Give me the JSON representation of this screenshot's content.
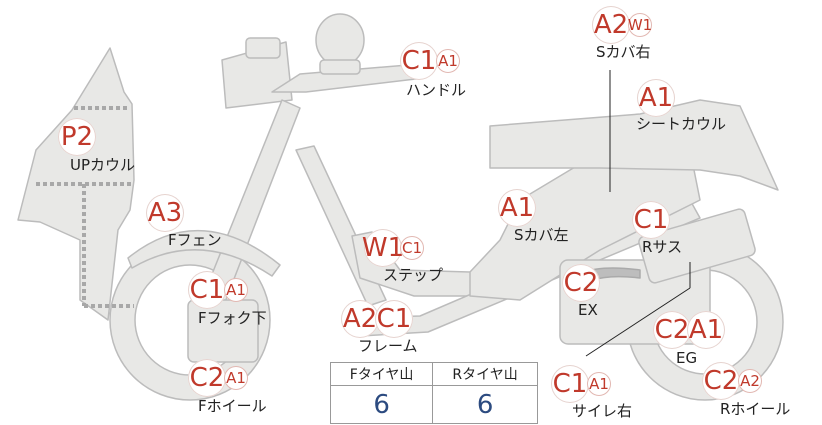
{
  "parts": [
    {
      "name": "Sカバ右",
      "ratings": [
        {
          "code": "A2",
          "size": "big"
        },
        {
          "code": "W1",
          "size": "small"
        }
      ]
    },
    {
      "name": "ハンドル",
      "ratings": [
        {
          "code": "C1",
          "size": "big"
        },
        {
          "code": "A1",
          "size": "small"
        }
      ]
    },
    {
      "name": "シートカウル",
      "ratings": [
        {
          "code": "A1",
          "size": "big"
        }
      ]
    },
    {
      "name": "UPカウル",
      "ratings": [
        {
          "code": "P2",
          "size": "big"
        }
      ]
    },
    {
      "name": "Fフェン",
      "ratings": [
        {
          "code": "A3",
          "size": "big"
        }
      ]
    },
    {
      "name": "Sカバ左",
      "ratings": [
        {
          "code": "A1",
          "size": "big"
        }
      ]
    },
    {
      "name": "Rサス",
      "ratings": [
        {
          "code": "C1",
          "size": "big"
        }
      ]
    },
    {
      "name": "ステップ",
      "ratings": [
        {
          "code": "W1",
          "size": "big"
        },
        {
          "code": "C1",
          "size": "small"
        }
      ]
    },
    {
      "name": "Fフォク下",
      "ratings": [
        {
          "code": "C1",
          "size": "big"
        },
        {
          "code": "A1",
          "size": "small"
        }
      ]
    },
    {
      "name": "EX",
      "ratings": [
        {
          "code": "C2",
          "size": "big"
        }
      ]
    },
    {
      "name": "フレーム",
      "ratings": [
        {
          "code": "A2",
          "size": "big"
        },
        {
          "code": "C1",
          "size": "big"
        }
      ]
    },
    {
      "name": "EG",
      "ratings": [
        {
          "code": "C2",
          "size": "big"
        },
        {
          "code": "A1",
          "size": "big"
        }
      ]
    },
    {
      "name": "Fホイール",
      "ratings": [
        {
          "code": "C2",
          "size": "big"
        },
        {
          "code": "A1",
          "size": "small"
        }
      ]
    },
    {
      "name": "サイレ右",
      "ratings": [
        {
          "code": "C1",
          "size": "big"
        },
        {
          "code": "A1",
          "size": "small"
        }
      ]
    },
    {
      "name": "Rホイール",
      "ratings": [
        {
          "code": "C2",
          "size": "big"
        },
        {
          "code": "A2",
          "size": "small"
        }
      ]
    }
  ],
  "tread": {
    "front_label": "Fタイヤ山",
    "rear_label": "Rタイヤ山",
    "front_value": "6",
    "rear_value": "6"
  },
  "colors": {
    "rating_text": "#c0392b",
    "tread_value": "#2c4b80",
    "bike_fill": "#e8e8e6",
    "bike_stroke": "#b9b9b9"
  }
}
